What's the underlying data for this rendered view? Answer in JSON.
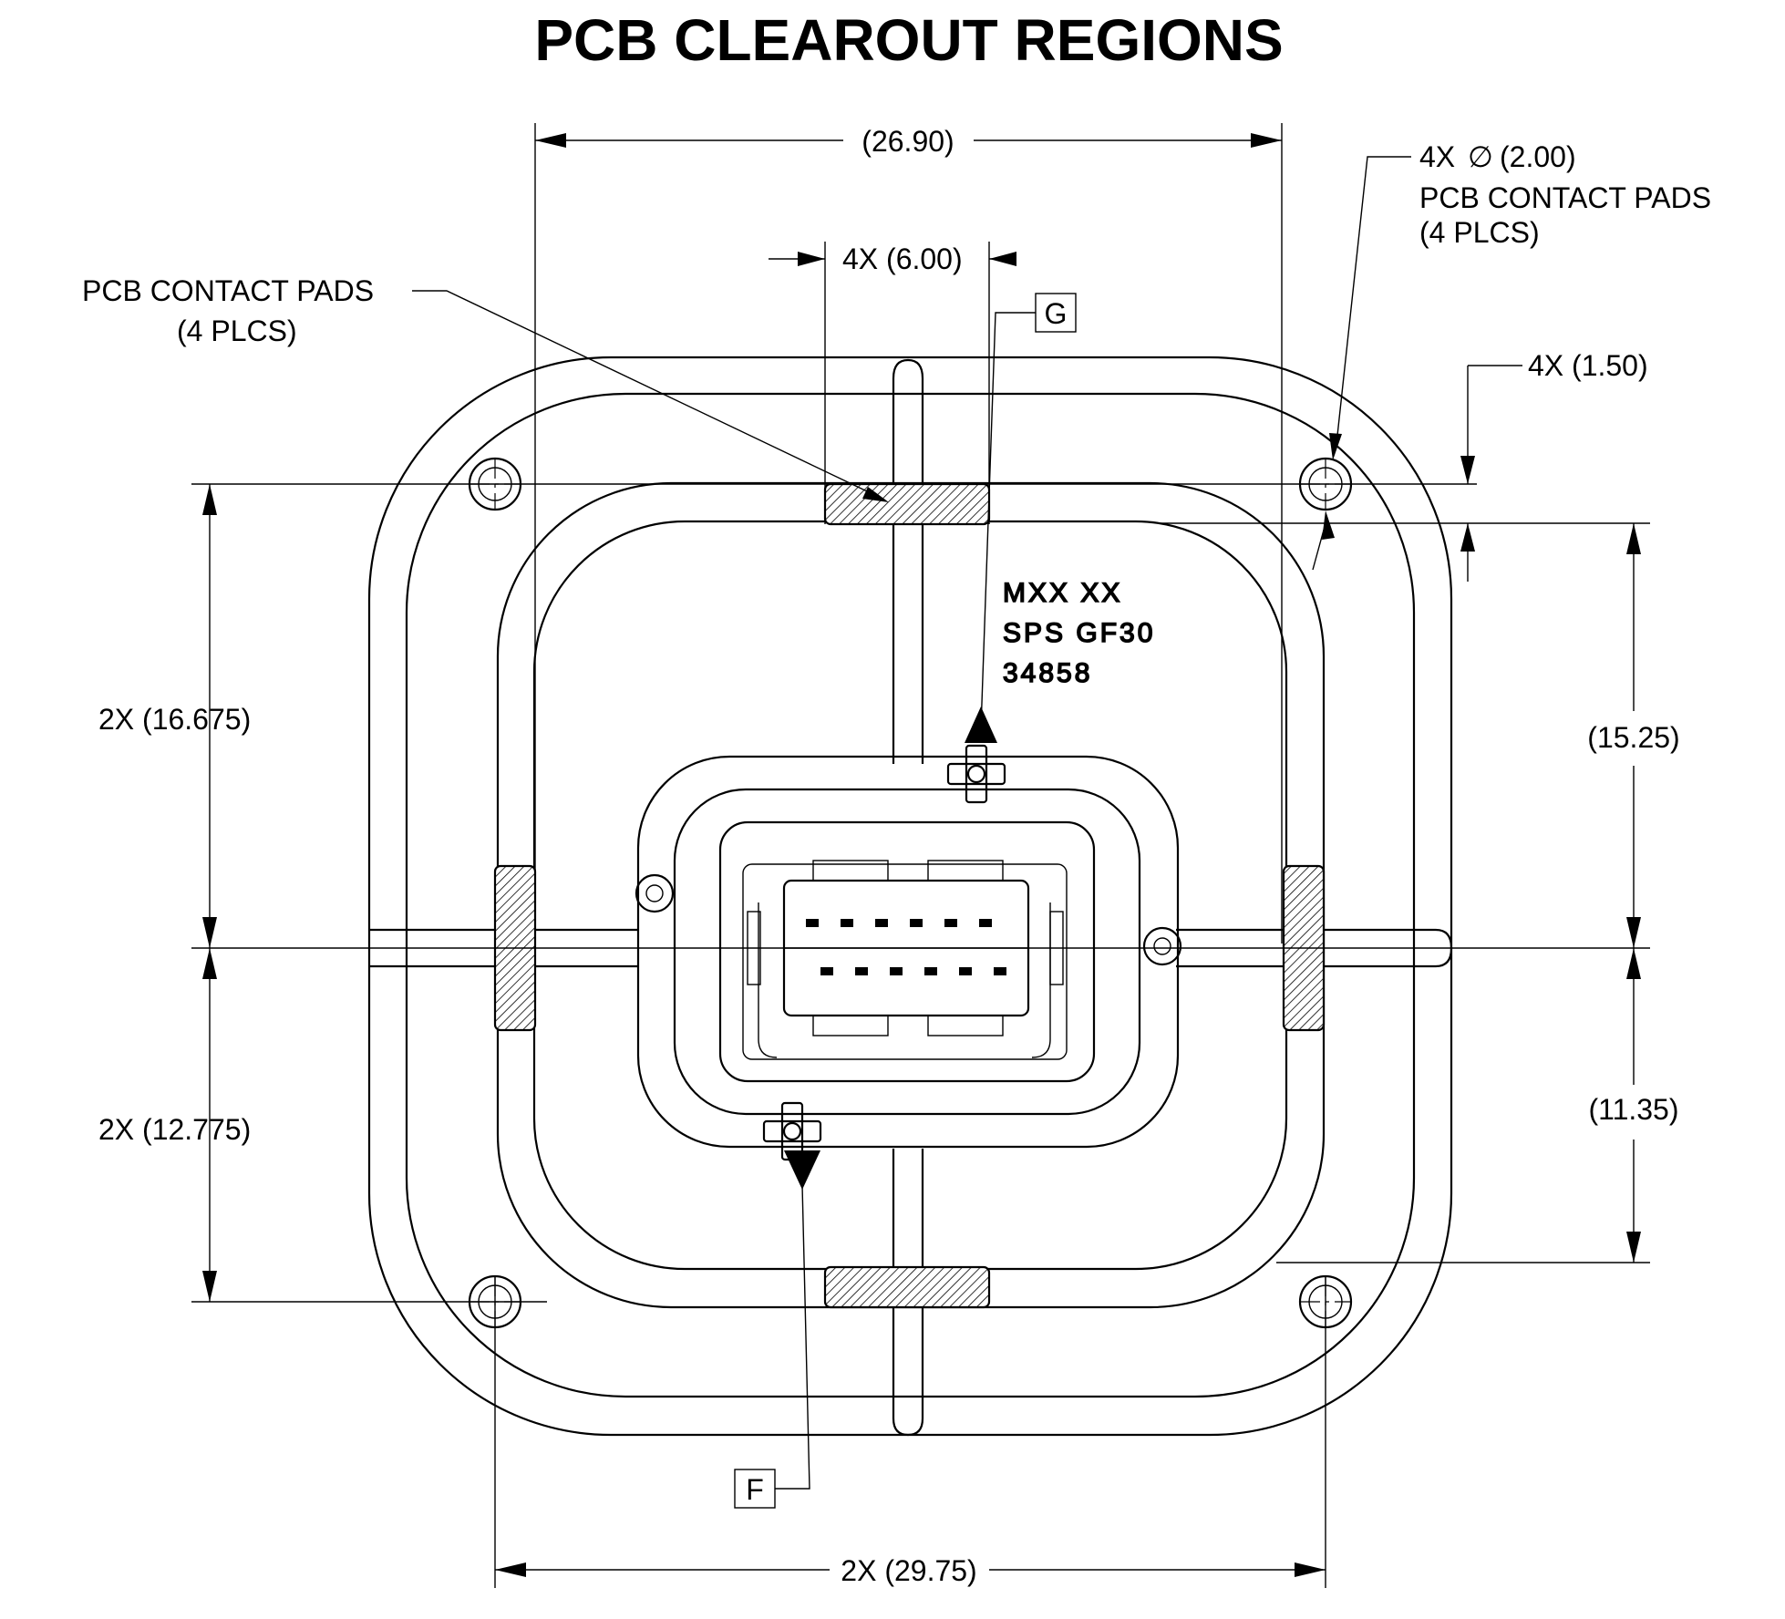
{
  "title": "PCB CLEAROUT REGIONS",
  "dimensions": {
    "top_width": "(26.90)",
    "pad_width": "4X (6.00)",
    "hole_dia_prefix": "4X",
    "hole_dia_symbol": "∅",
    "hole_dia_value": "(2.00)",
    "hole_offset": "4X (1.50)",
    "left_upper": "2X (16.675)",
    "left_lower": "2X (12.775)",
    "right_upper": "(15.25)",
    "right_lower": "(11.35)",
    "bottom_width": "2X (29.75)"
  },
  "notes": {
    "left_callout_line1": "PCB CONTACT PADS",
    "left_callout_line2": "(4 PLCS)",
    "right_callout_line1": "PCB CONTACT PADS",
    "right_callout_line2": "(4 PLCS)"
  },
  "datums": {
    "g": "G",
    "f": "F"
  },
  "part_marking": {
    "line1": "MXX  XX",
    "line2": "SPS  GF30",
    "line3": "34858"
  }
}
